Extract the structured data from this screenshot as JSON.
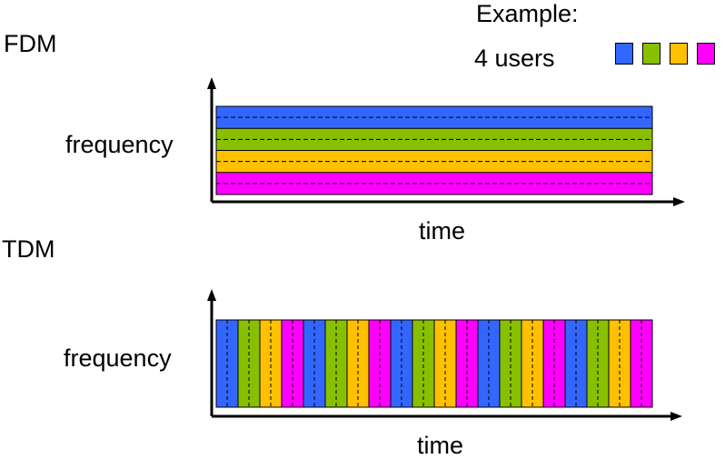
{
  "fdm": {
    "title": "FDM",
    "ylabel": "frequency",
    "xlabel": "time"
  },
  "tdm": {
    "title": "TDM",
    "ylabel": "frequency",
    "xlabel": "time",
    "slot_count": 20
  },
  "legend": {
    "title": "Example:",
    "subtitle": "4 users",
    "users": [
      {
        "color": "#3366ff"
      },
      {
        "color": "#88c000"
      },
      {
        "color": "#ffc000"
      },
      {
        "color": "#ff00ff"
      }
    ]
  }
}
